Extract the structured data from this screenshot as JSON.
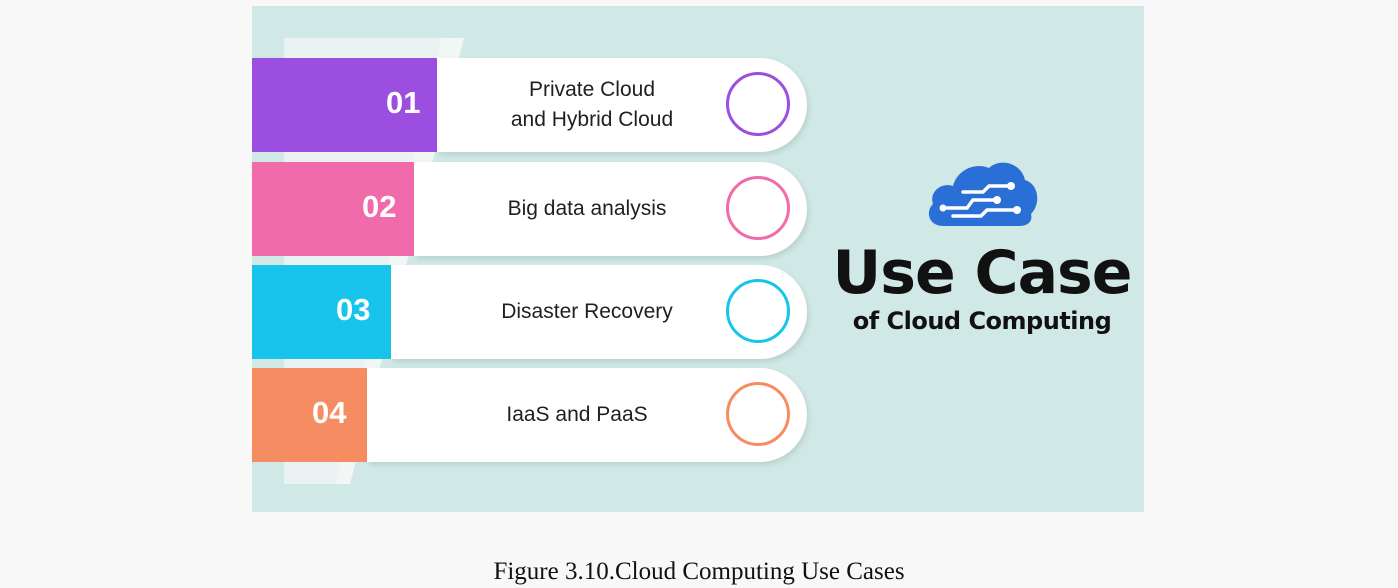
{
  "figure": {
    "heading": {
      "main": "Use Case",
      "sub": "of Cloud Computing",
      "icon": "cloud-circuit-icon"
    },
    "items": [
      {
        "number": "01",
        "label": "Private Cloud\nand Hybrid Cloud",
        "color": "#9b4ee0"
      },
      {
        "number": "02",
        "label": "Big data analysis",
        "color": "#f16bab"
      },
      {
        "number": "03",
        "label": "Disaster Recovery",
        "color": "#19c4ec"
      },
      {
        "number": "04",
        "label": "IaaS and PaaS",
        "color": "#f68d62"
      }
    ],
    "background_color": "#d1e9e6",
    "icon_color": "#2a6fd6"
  },
  "caption": "Figure 3.10.Cloud Computing Use Cases"
}
